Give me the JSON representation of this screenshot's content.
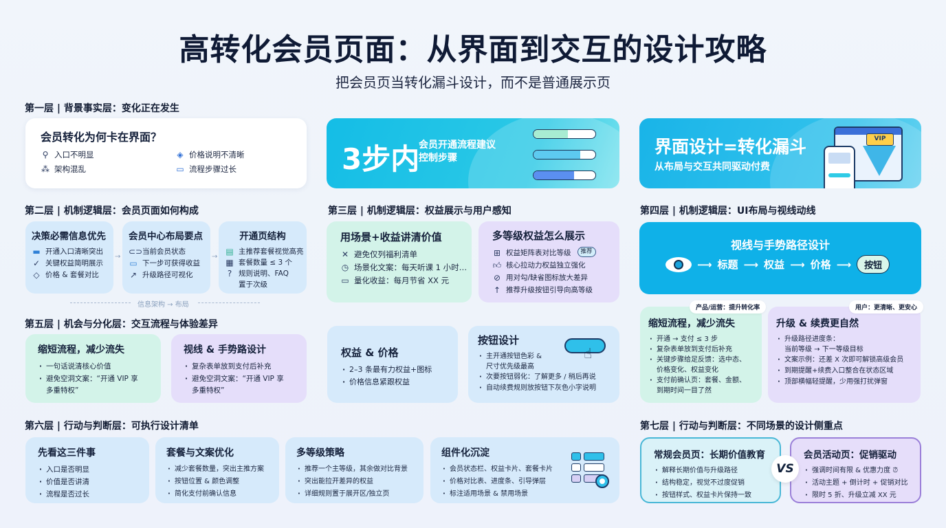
{
  "header": {
    "title": "高转化会员页面：从界面到交互的设计攻略",
    "subtitle": "把会员页当转化漏斗设计，而不是普通展示页"
  },
  "layer1": {
    "heading": "第一层 | 背景事实层：变化正在发生",
    "card": {
      "title": "会员转化为何卡在界面？",
      "items": [
        {
          "icon": "search-icon",
          "text": "入口不明显"
        },
        {
          "icon": "tag-icon",
          "text": "价格说明不清晰"
        },
        {
          "icon": "hierarchy-icon",
          "text": "架构混乱"
        },
        {
          "icon": "pill-icon",
          "text": "流程步骤过长"
        }
      ]
    },
    "hero_steps": {
      "big": "3步内",
      "text_line1": "会员开通流程建议",
      "text_line2": "控制步骤",
      "bars": [
        {
          "fill": 55,
          "color": "#a8ecd2"
        },
        {
          "fill": 75,
          "color": "#5dcaf0"
        },
        {
          "fill": 65,
          "color": "#5b8ff0"
        }
      ]
    },
    "hero_funnel": {
      "title": "界面设计=转化漏斗",
      "subtitle": "从布局与交互共同驱动付费",
      "crown_label": "VIP"
    }
  },
  "layer2": {
    "heading": "第二层 | 机制逻辑层：会员页面如何构成",
    "cards": [
      {
        "title": "决策必需信息优先",
        "items": [
          {
            "icon": "button-icon",
            "text": "开通入口清晰突出"
          },
          {
            "icon": "check-icon",
            "text": "关键权益简明展示"
          },
          {
            "icon": "tag-icon",
            "text": "价格 & 套餐对比"
          }
        ]
      },
      {
        "title": "会员中心布局要点",
        "items": [
          {
            "icon": "toggle-icon",
            "text": "当前会员状态"
          },
          {
            "icon": "progress-icon",
            "text": "下一步可获得收益"
          },
          {
            "icon": "trend-up-icon",
            "text": "升级路径可视化"
          }
        ]
      },
      {
        "title": "开通页结构",
        "items": [
          {
            "icon": "card-icon",
            "text": "主推荐套餐视觉高亮"
          },
          {
            "icon": "grid-icon",
            "text": "套餐数量 ≤ 3 个"
          },
          {
            "icon": "question-icon",
            "text": "规则说明、FAQ"
          },
          {
            "icon": "",
            "text": "置于次级"
          }
        ]
      }
    ],
    "connector_label": "信息架构 → 布局"
  },
  "layer3": {
    "heading": "第三层 | 机制逻辑层：权益展示与用户感知",
    "cards": [
      {
        "title": "用场景+收益讲清价值",
        "items": [
          {
            "icon": "x-icon",
            "text": "避免仅列福利清单"
          },
          {
            "icon": "clock-icon",
            "text": "场景化文案：每天听课 1 小时…"
          },
          {
            "icon": "wallet-icon",
            "text": "量化收益：每月节省 XX 元"
          }
        ]
      },
      {
        "title": "多等级权益怎么展示",
        "items": [
          {
            "icon": "table-icon",
            "text": "权益矩阵表对比等级",
            "badge": "推荐"
          },
          {
            "icon": "thumbs-up-icon",
            "text": "核心拉动力权益独立强化"
          },
          {
            "icon": "check-circle-icon",
            "text": "用对勾/缺省图标放大差异"
          },
          {
            "icon": "arrow-up-icon",
            "text": "推荐升级按钮引导向高等级"
          }
        ]
      }
    ],
    "bottom_cards": [
      {
        "title": "权益 & 价格",
        "bullets": [
          "2–3 条最有力权益+图标",
          "价格信息紧跟权益"
        ]
      },
      {
        "title": "按钮设计",
        "bullets": [
          "主开通按钮色彩 &",
          "尺寸优先级最高",
          "次要按钮弱化：了解更多 / 稍后再说",
          "自动续费规则放按钮下灰色小字说明"
        ]
      }
    ]
  },
  "layer4": {
    "heading": "第四层 | 机制逻辑层：UI布局与视线动线",
    "gaze": {
      "title": "视线与手势路径设计",
      "steps": [
        "标题",
        "权益",
        "价格"
      ],
      "button_label": "按钮"
    },
    "cards": [
      {
        "tag": "产品/运营：提升转化率",
        "title": "缩短流程，减少流失",
        "bullets": [
          "开通 → 支付 ≤ 3 步",
          "复杂表单放到支付后补充",
          "关键步骤给足反馈：选中态、",
          "价格变化、权益变化",
          "支付前确认页：套餐、金额、",
          "到期时间一目了然"
        ]
      },
      {
        "tag": "用户：更清晰、更安心",
        "title": "升级 & 续费更自然",
        "bullets": [
          "升级路径进度条：",
          "当前等级 → 下一等级目标",
          "文案示例：还差 X 次即可解锁高级会员",
          "到期提醒+续费入口整合在状态区域",
          "顶部横幅轻提醒，少用强打扰弹窗"
        ]
      }
    ]
  },
  "layer5": {
    "heading": "第五层 | 机会与分化层：交互流程与体验差异",
    "cards": [
      {
        "title": "缩短流程，减少流失",
        "bullets": [
          "一句话说清核心价值",
          "避免空洞文案：“开通 VIP 享",
          "多重特权”"
        ]
      },
      {
        "title": "视线 & 手势路设计",
        "bullets": [
          "复杂表单放到支付后补充",
          "避免空洞文案：“开通 VIP 享",
          "多重特权”"
        ]
      }
    ]
  },
  "layer6": {
    "heading": "第六层 | 行动与判断层：可执行设计清单",
    "cards": [
      {
        "title": "先看这三件事",
        "bullets": [
          "入口是否明显",
          "价值是否讲清",
          "流程是否过长"
        ]
      },
      {
        "title": "套餐与文案优化",
        "bullets": [
          "减少套餐数量，突出主推方案",
          "按钮位置 & 颜色调整",
          "简化支付前确认信息"
        ]
      },
      {
        "title": "多等级策略",
        "bullets": [
          "推荐一个主等级，其余做对比背景",
          "突出能拉开差异的权益",
          "详细规则置于展开区/独立页"
        ]
      },
      {
        "title": "组件化沉淀",
        "bullets": [
          "会员状态栏、权益卡片、套餐卡片",
          "价格对比表、进度条、引导弹层",
          "标注适用场景 & 禁用场景"
        ]
      }
    ]
  },
  "layer7": {
    "heading": "第七层 | 行动与判断层：不同场景的设计侧重点",
    "vs_label": "VS",
    "cards": [
      {
        "title": "常规会员页：长期价值教育",
        "bullets": [
          "解释长期价值与升级路径",
          "结构稳定，视觉不过度促销",
          "按钮样式、权益卡片保持一致"
        ]
      },
      {
        "title": "会员活动页：促销驱动",
        "bullets": [
          "强调时间有限 & 优惠力度",
          "活动主题 + 倒计时 + 促销对比",
          "限时 5 折、升级立减 XX 元"
        ]
      }
    ]
  },
  "colors": {
    "title": "#0f1a35",
    "hero_cyan": "#14bde6",
    "gaze_blue": "#0fb1e8",
    "mint_card": "#d3f3e9",
    "lavender_card": "#e5defa",
    "blue_card": "#d6eafb"
  }
}
